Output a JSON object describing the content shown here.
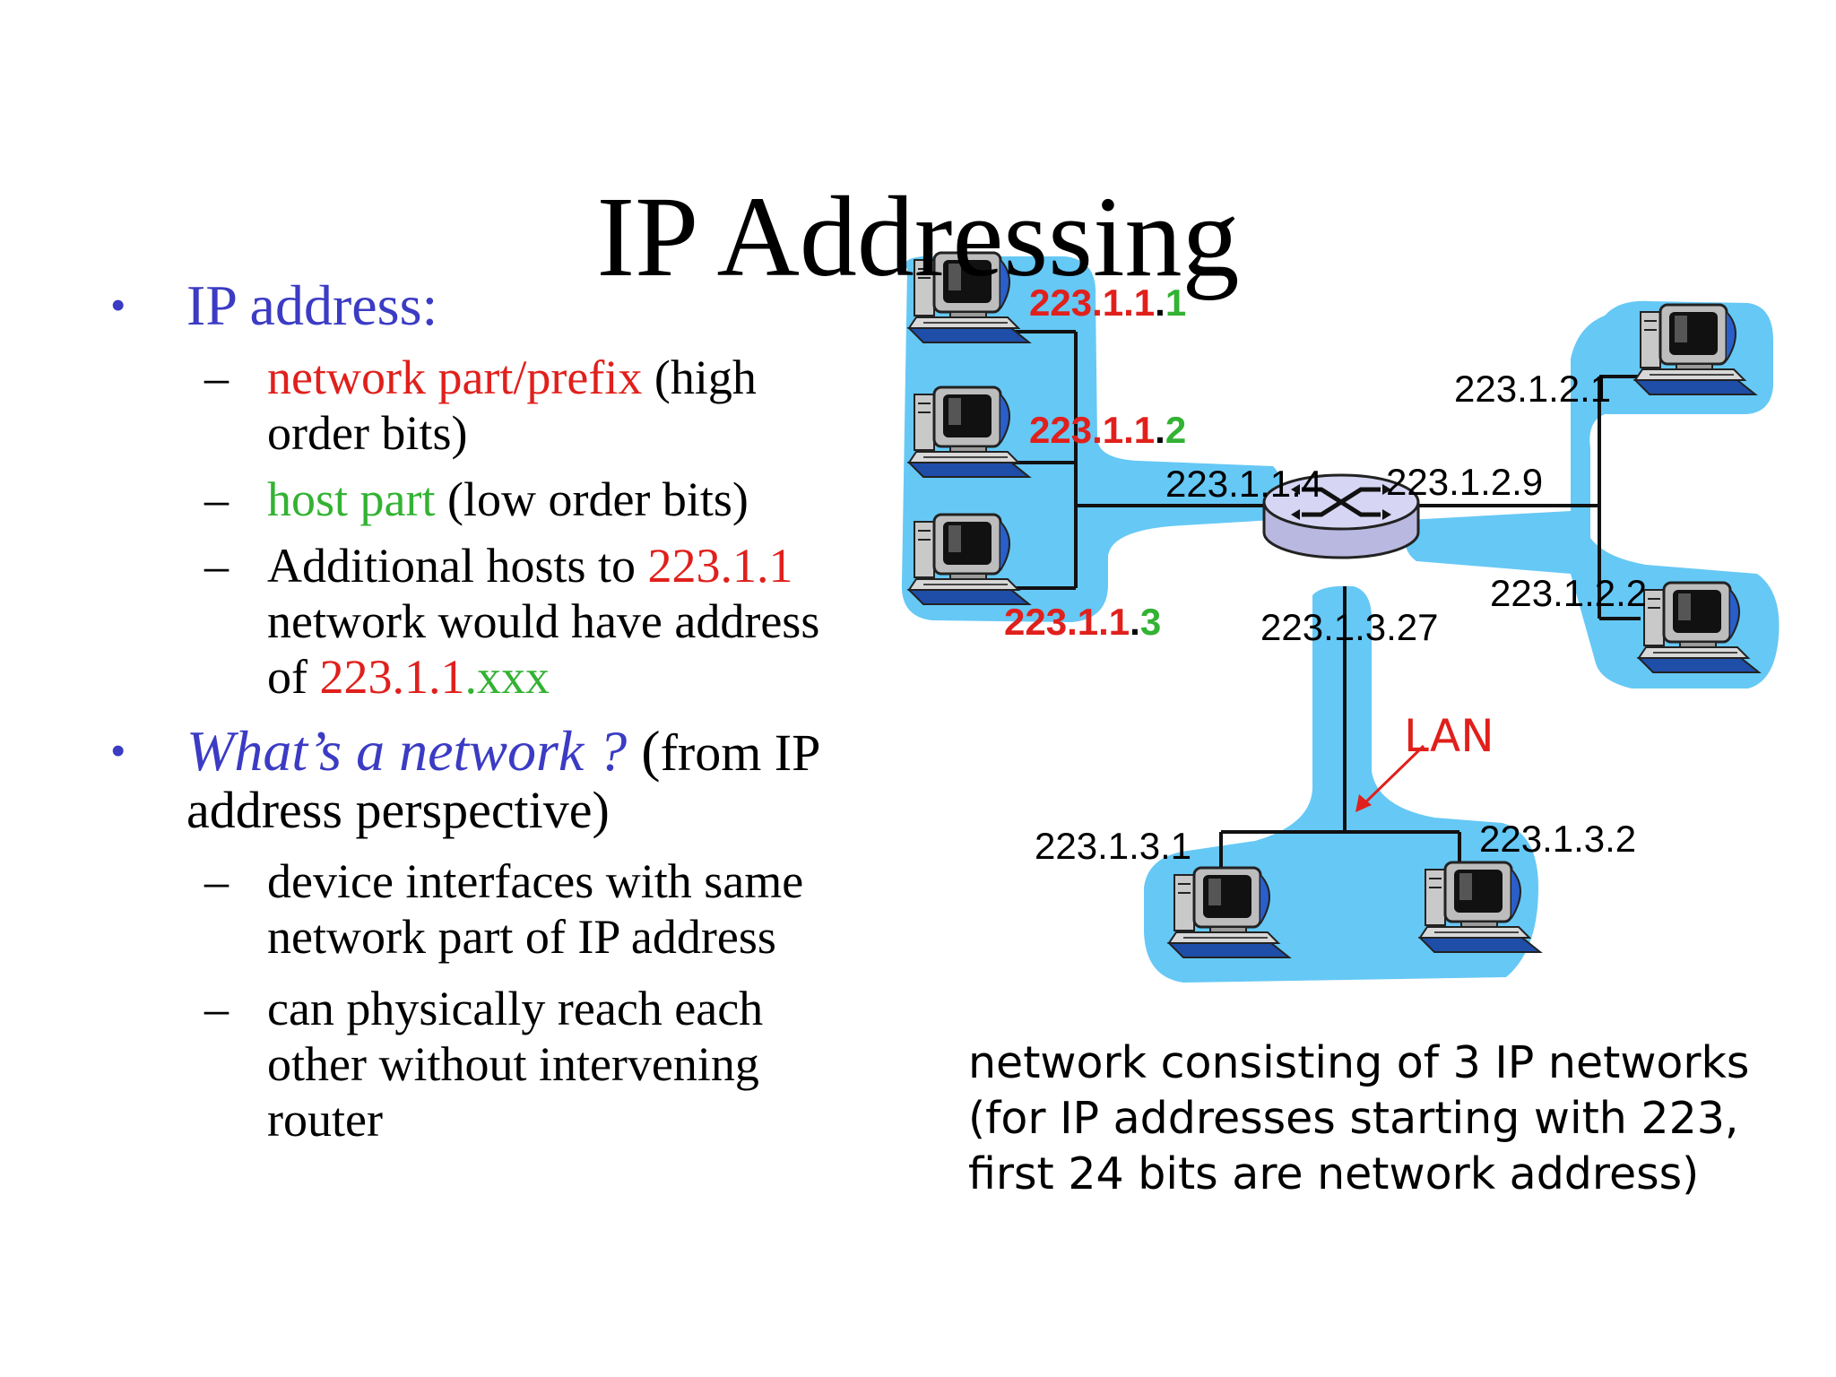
{
  "title": "IP Addressing",
  "bullets": {
    "b1": "IP address:",
    "b1_sub": {
      "item1_colored": "network part/prefix",
      "item1_rest": " (high order bits)",
      "item2_colored": "host part",
      "item2_rest": " (low order bits)",
      "item3_text": "Additional hosts to ",
      "item3_net": "223.1.1",
      "item3_text2": " network would have address of ",
      "item3_net2": "223.1.1",
      "item3_host": ".xxx"
    },
    "b2_italic": "What’s a network ?",
    "b2_paren": " (",
    "b2_rest": "from IP address perspective)",
    "b2_sub": {
      "item1": "device interfaces with same network part of IP address",
      "item2": "can physically reach each other without intervening router"
    }
  },
  "diagram": {
    "h1_net": "223.1.1",
    "h1_dot": ".",
    "h1_host": "1",
    "h2_net": "223.1.1",
    "h2_dot": ".",
    "h2_host": "2",
    "h3_net": "223.1.1",
    "h3_dot": ".",
    "h3_host": "3",
    "router_if1": "223.1.1.4",
    "router_if2": "223.1.2.9",
    "router_if3": "223.1.3.27",
    "net2_host1": "223.1.2.1",
    "net2_host2": "223.1.2.2",
    "net3_host1": "223.1.3.1",
    "net3_host2": "223.1.3.2",
    "lan_label": "LAN"
  },
  "caption": {
    "line1": "network consisting of 3 IP networks",
    "line2": "(for IP addresses starting with 223,",
    "line3": "first 24 bits are network address)"
  },
  "colors": {
    "network_blob": "#66c8f5",
    "network_part": "#e0201c",
    "host_part": "#33b233",
    "bullet_blue": "#3b3bc4"
  }
}
